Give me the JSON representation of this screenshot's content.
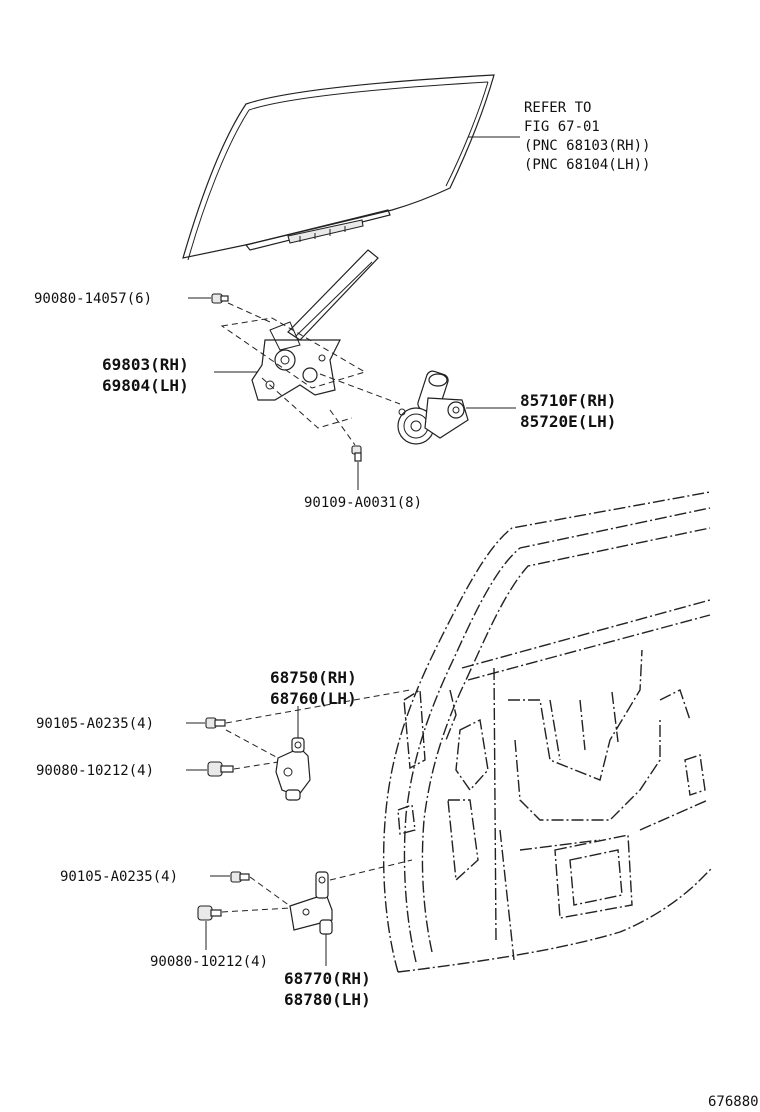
{
  "refer_note": {
    "line1": "REFER TO",
    "line2": "FIG 67-01",
    "line3": "(PNC 68103(RH))",
    "line4": "(PNC 68104(LH))"
  },
  "labels": {
    "bolt_upper": "90080-14057(6)",
    "regulator_rh": "69803(RH)",
    "regulator_lh": "69804(LH)",
    "motor_rh": "85710F(RH)",
    "motor_lh": "85720E(LH)",
    "bolt_regulator": "90109-A0031(8)",
    "hinge_upper_rh": "68750(RH)",
    "hinge_upper_lh": "68760(LH)",
    "bolt_hinge_upper_a": "90105-A0235(4)",
    "bolt_hinge_upper_b": "90080-10212(4)",
    "bolt_hinge_lower_a": "90105-A0235(4)",
    "bolt_hinge_lower_b": "90080-10212(4)",
    "hinge_lower_rh": "68770(RH)",
    "hinge_lower_lh": "68780(LH)"
  },
  "figure_id": "676880"
}
